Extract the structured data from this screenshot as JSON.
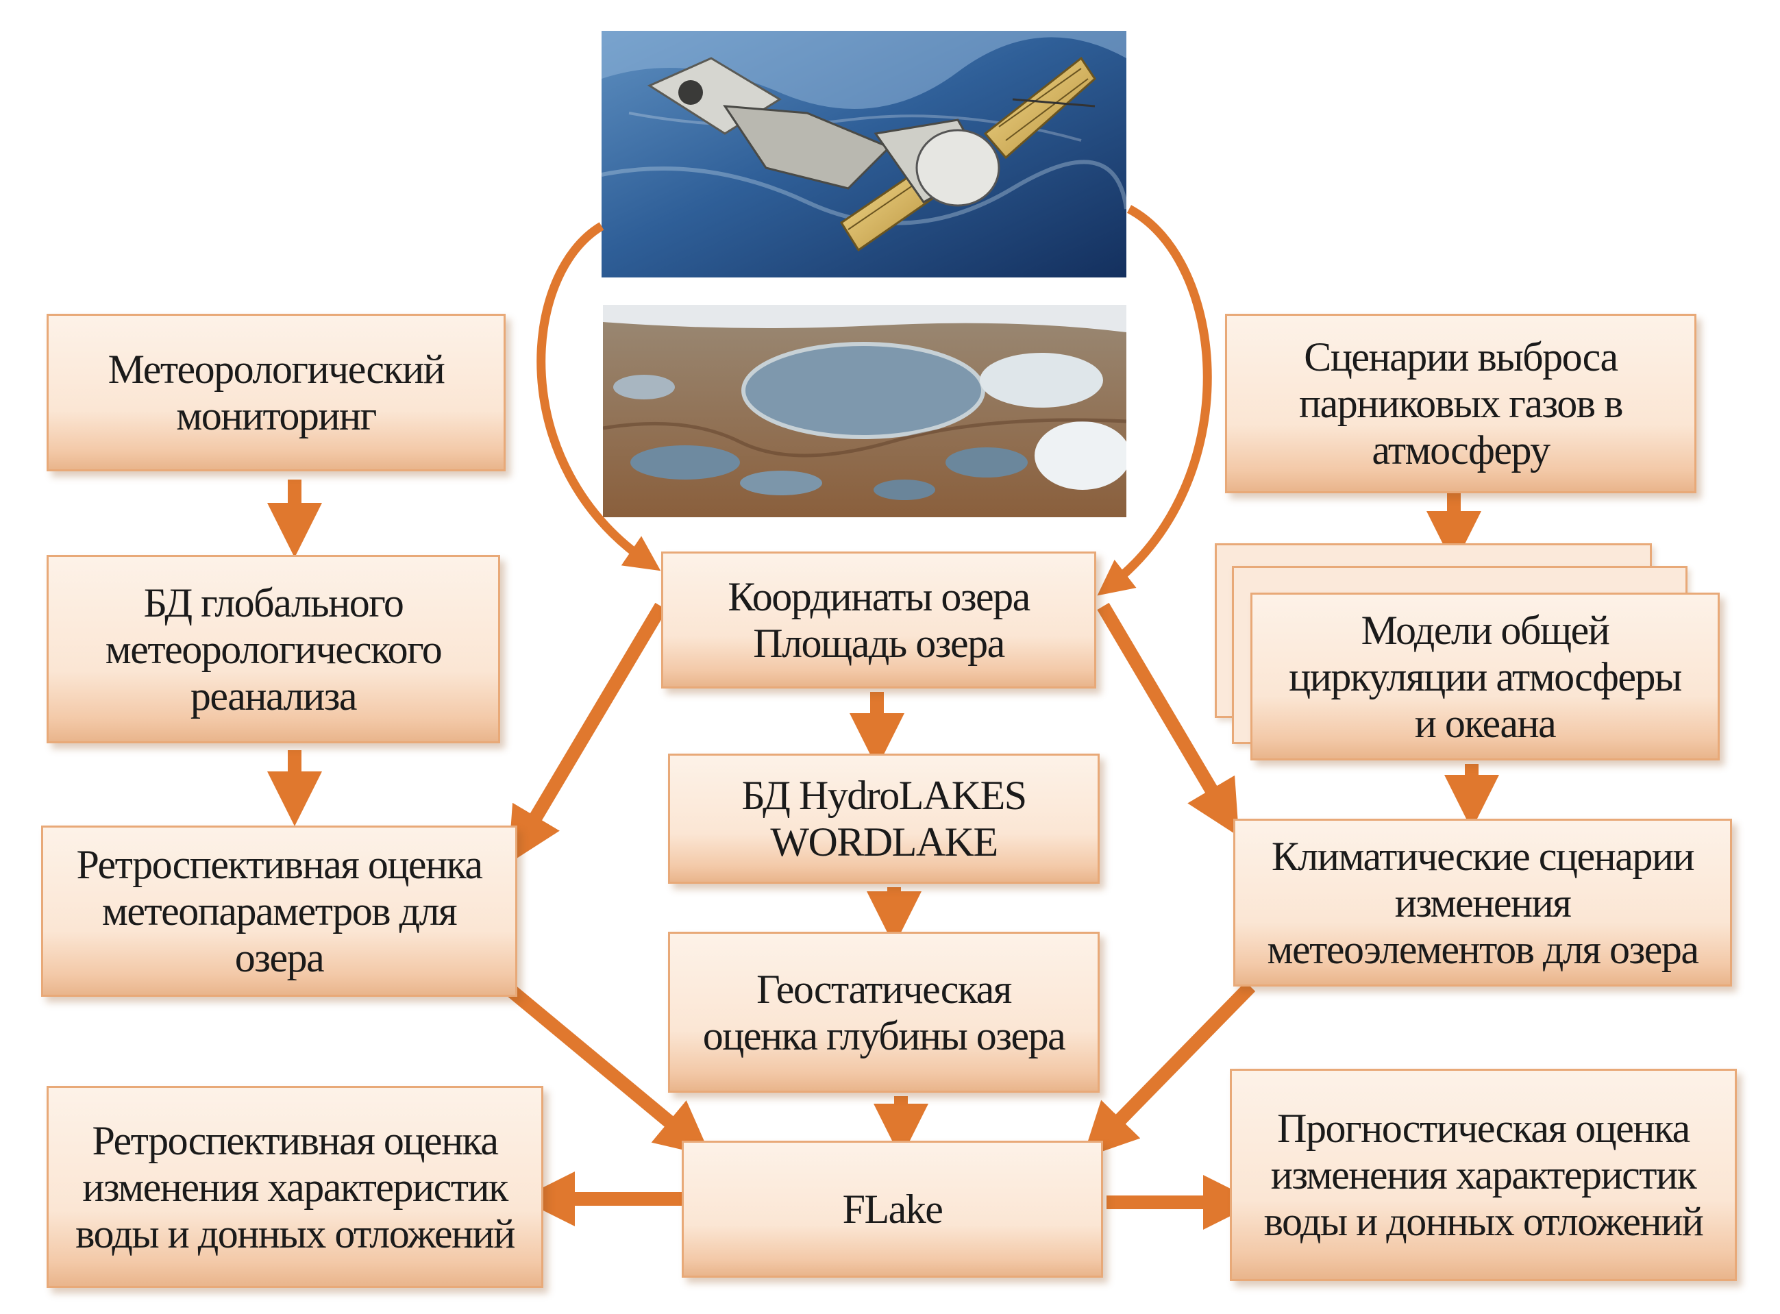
{
  "colors": {
    "arrow": "#e0782e",
    "box_border": "#e8a978",
    "box_fill": "#fbe6d4"
  },
  "images": {
    "satellite": "satellite-photo",
    "lake": "lake-aerial-photo"
  },
  "boxes": {
    "meteo_monitoring": {
      "lines": [
        "Метеорологический",
        "мониторинг"
      ]
    },
    "global_reanalysis": {
      "lines": [
        "БД глобального",
        "метеорологического",
        "реанализа"
      ]
    },
    "retro_meteo": {
      "lines": [
        "Ретроспективная оценка",
        "метеопараметров для",
        "озера"
      ]
    },
    "retro_water": {
      "lines": [
        "Ретроспективная оценка",
        "изменения характеристик",
        "воды и донных отложений"
      ]
    },
    "coords": {
      "lines": [
        "Координаты озера",
        "Площадь озера"
      ]
    },
    "hydrolakes": {
      "lines": [
        "БД HydroLAKES",
        "WORDLAKE"
      ]
    },
    "geostat": {
      "lines": [
        "Геостатическая",
        "оценка глубины озера"
      ]
    },
    "flake": {
      "lines": [
        "FLake"
      ]
    },
    "emission_scenarios": {
      "lines": [
        "Сценарии выброса",
        "парниковых газов в",
        "атмосферу"
      ]
    },
    "gcm": {
      "lines": [
        "Модели общей",
        "циркуляции атмосферы",
        "и океана"
      ]
    },
    "climate_scenarios": {
      "lines": [
        "Климатические сценарии",
        "изменения",
        "метеоэлементов для озера"
      ]
    },
    "forecast_water": {
      "lines": [
        "Прогностическая оценка",
        "изменения характеристик",
        "воды и донных отложений"
      ]
    }
  }
}
